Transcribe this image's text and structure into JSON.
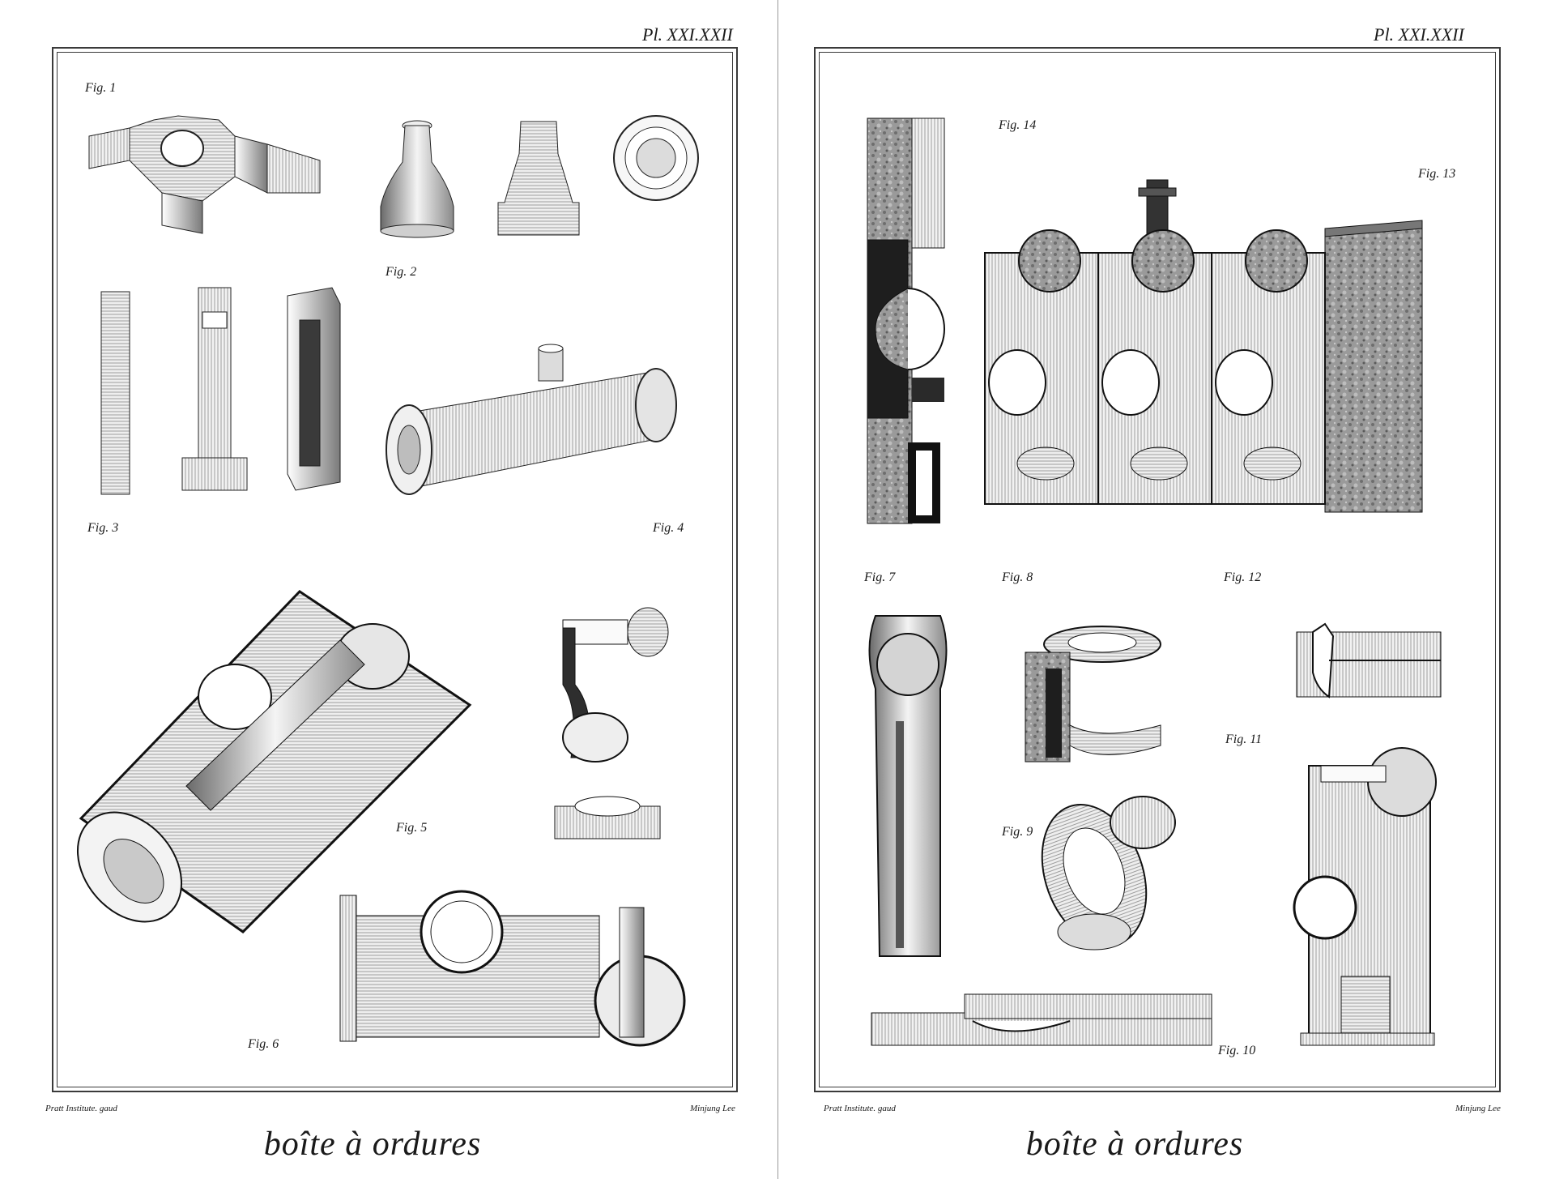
{
  "plate_number": "Pl. XXI.XXII",
  "left_page": {
    "figures": [
      "Fig. 1",
      "Fig. 2",
      "Fig. 3",
      "Fig. 4",
      "Fig. 5",
      "Fig. 6"
    ],
    "credit_left": "Pratt Institute. gaud",
    "credit_right": "Minjung Lee",
    "title": "boîte à ordures"
  },
  "right_page": {
    "figures": [
      "Fig. 14",
      "Fig. 13",
      "Fig. 7",
      "Fig. 8",
      "Fig. 12",
      "Fig. 11",
      "Fig. 9",
      "Fig. 10"
    ],
    "credit_left": "Pratt Institute. gaud",
    "credit_right": "Minjung Lee",
    "title": "boîte à ordures"
  }
}
